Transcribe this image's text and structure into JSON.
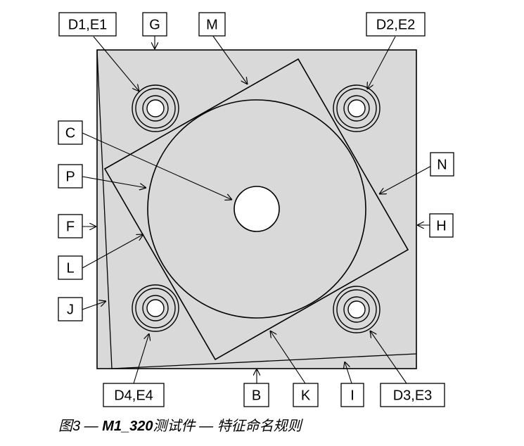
{
  "colors": {
    "plate": "#d9d9d9",
    "stroke": "#000000",
    "background": "#ffffff"
  },
  "labels": {
    "D1E1": "D1,E1",
    "G": "G",
    "M": "M",
    "D2E2": "D2,E2",
    "C": "C",
    "N": "N",
    "P": "P",
    "F": "F",
    "H": "H",
    "L": "L",
    "J": "J",
    "D4E4": "D4,E4",
    "B": "B",
    "K": "K",
    "I": "I",
    "D3E3": "D3,E3"
  },
  "caption": {
    "prefix": "图3 — ",
    "part_code": "M1_320",
    "suffix": "测试件 — 特征命名规则"
  }
}
